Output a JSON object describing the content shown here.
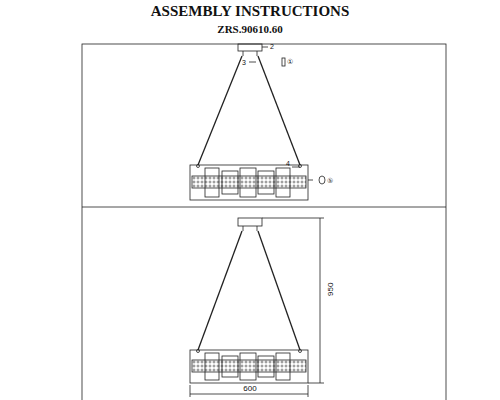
{
  "diagram": {
    "title": "ASSEMBLY INSTRUCTIONS",
    "labels": [
      "ZRS.90610.60",
      "2",
      "3",
      "①",
      "4",
      "⑤",
      "950",
      "600"
    ]
  }
}
